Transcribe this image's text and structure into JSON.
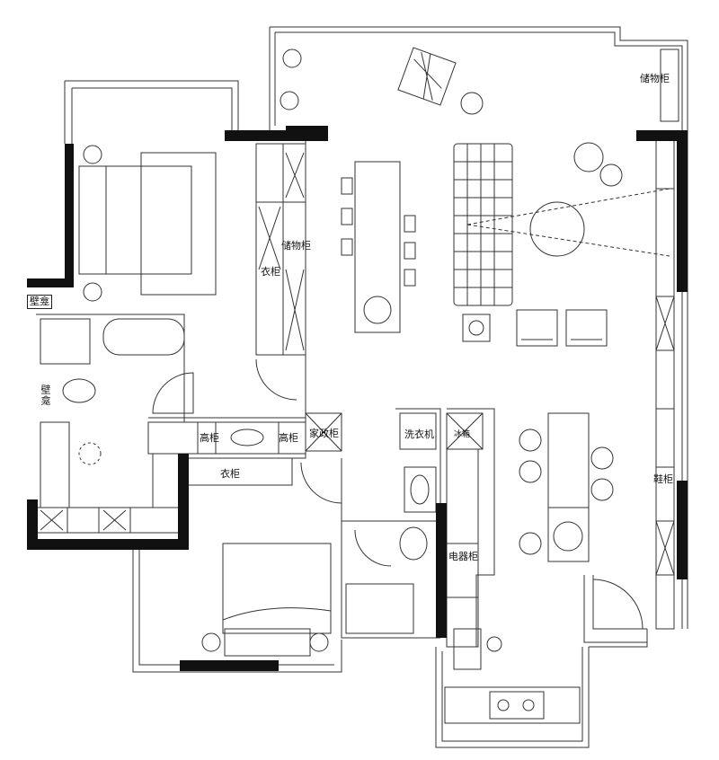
{
  "labels": {
    "niche_top": "壁龛",
    "niche_side": "壁龛",
    "storage_top_right": "储物柜",
    "storage_center": "储物柜",
    "wardrobe_master": "衣柜",
    "tall_cabinet_left": "高柜",
    "tall_cabinet_right": "高柜",
    "housekeeping_cabinet": "家政柜",
    "washer": "洗衣机",
    "fridge": "冰箱",
    "wardrobe_second": "衣柜",
    "appliance_cabinet": "电器柜",
    "shoe_cabinet": "鞋柜"
  }
}
